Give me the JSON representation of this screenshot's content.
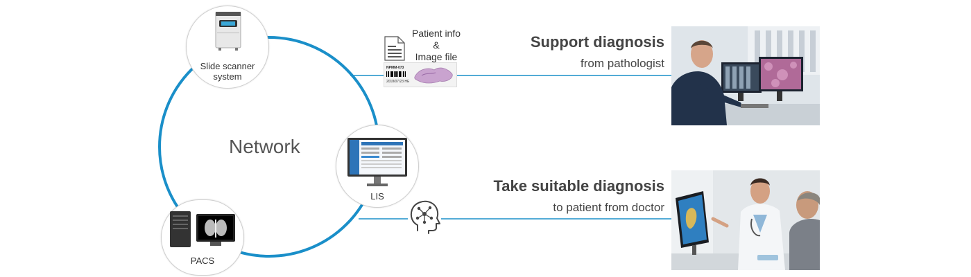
{
  "network": {
    "label": "Network"
  },
  "nodes": {
    "scanner": {
      "label_line1": "Slide scanner",
      "label_line2": "system"
    },
    "lis": {
      "label": "LIS"
    },
    "pacs": {
      "label": "PACS"
    }
  },
  "transfer": {
    "label_line1": "Patient info",
    "label_line2": "&",
    "label_line3": "Image file",
    "slide_label_line1": "NPMM-073",
    "slide_label_line2": "2018/07/23 HE"
  },
  "outcomes": [
    {
      "headline": "Support diagnosis",
      "subline": "from pathologist"
    },
    {
      "headline": "Take suitable diagnosis",
      "subline": "to patient from doctor"
    }
  ],
  "colors": {
    "accent_line": "#1a8fc9",
    "text": "#444444"
  }
}
